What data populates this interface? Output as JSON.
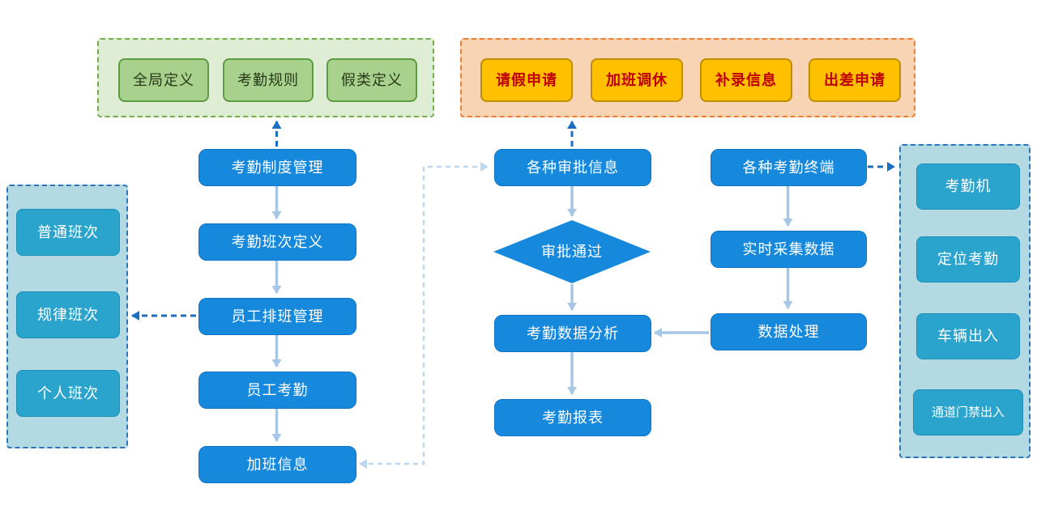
{
  "diagram": {
    "definition_group": {
      "items": [
        "全局定义",
        "考勤规则",
        "假类定义"
      ]
    },
    "request_group": {
      "items": [
        "请假申请",
        "加班调休",
        "补录信息",
        "出差申请"
      ]
    },
    "shift_group": {
      "items": [
        "普通班次",
        "规律班次",
        "个人班次"
      ]
    },
    "terminal_group": {
      "items": [
        "考勤机",
        "定位考勤",
        "车辆出入",
        "通道门禁出入"
      ]
    },
    "main_flow": {
      "items": [
        "考勤制度管理",
        "考勤班次定义",
        "员工排班管理",
        "员工考勤",
        "加班信息"
      ]
    },
    "approval_flow": {
      "approval_info": "各种审批信息",
      "approval_pass": "审批通过",
      "data_analysis": "考勤数据分析",
      "report": "考勤报表"
    },
    "collect_flow": {
      "terminal": "各种考勤终端",
      "collect": "实时采集数据",
      "process": "数据处理"
    },
    "colors": {
      "primary_blue": "#1789dc",
      "teal": "#2ba4cd",
      "green_fill": "#a9d18e",
      "green_border": "#6fae49",
      "green_group_bg": "#dfedd5",
      "orange_fill": "#ffc000",
      "orange_text": "#c00000",
      "orange_border": "#ed7d31",
      "orange_group_bg": "#f8d3b4",
      "blue_group_bg": "#b3d9e3",
      "solid_arrow": "#a7c7e7",
      "dashed_arrow": "#1b6fc0",
      "light_dashed_arrow": "#bdd7ee"
    }
  }
}
